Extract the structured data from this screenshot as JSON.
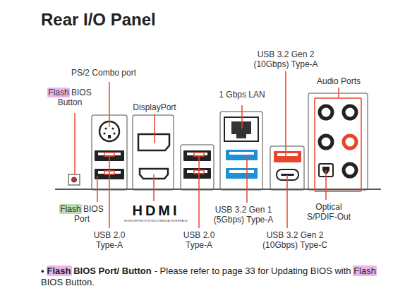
{
  "diagram": {
    "title": "Rear I/O Panel",
    "labels": [
      "PS/2 Combo port",
      "Flash BIOS Button",
      "DisplayPort",
      "1 Gbps LAN",
      "USB 3.2 Gen 2 (10Gbps) Type-A",
      "Audio Ports",
      "Flash BIOS Port",
      "USB 2.0 Type-A",
      "HDMI",
      "HIGH-DEFINITION MULTIMEDIA INTERFACE",
      "USB 2.0 Type-A",
      "USB 3.2 Gen 1 (5Gbps) Type-A",
      "USB 3.2 Gen 2 (10Gbps) Type-C",
      "Optical S/PDIF-Out",
      "•",
      "Flash BIOS Port/ Button",
      "- Please refer to page 33 for Updating BIOS with Flash BIOS Button."
    ]
  }
}
